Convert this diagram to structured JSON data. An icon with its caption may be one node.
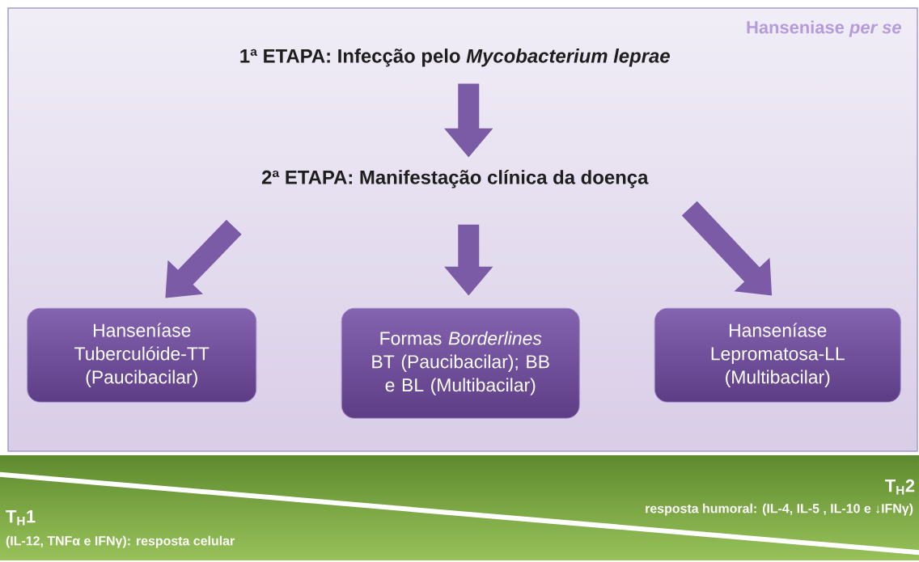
{
  "diagram": {
    "nodes": [
      {
        "text": [
          "Hanseniase *per se*"
        ]
      },
      {
        "text": [
          "1ª ETAPA:  Infecção pelo *Mycobacterium leprae*"
        ],
        "in": 0
      },
      {
        "text": [
          "2ª ETAPA: Manifestação clínica da doença"
        ],
        "in": 0
      },
      {
        "text": [
          "Hanseníase Tuberculóide-TT (Paucibacilar)"
        ],
        "in": 0
      },
      {
        "text": [
          "Formas *Borderlines* BT (Paucibacilar); BB e BL (Multibacilar)"
        ],
        "in": 0
      },
      {
        "text": [
          "Hanseníase Lepromatosa-LL (Multibacilar)"
        ],
        "in": 0
      },
      {
        "text": [
          "T$_{H}$2",
          "T$_{H}$1",
          "resposta humoral: (IL-4, IL-5 , IL-10 e ↓IFNγ)",
          "(IL-12, TNFα e IFNγ): resposta celular"
        ]
      }
    ],
    "edges": [
      {
        "from": 1,
        "to": 2,
        "arrow": "to"
      },
      {
        "from": 2,
        "to": 3,
        "arrow": "to"
      },
      {
        "from": 2,
        "to": 4,
        "arrow": "to"
      },
      {
        "from": 2,
        "to": 5,
        "arrow": "to"
      }
    ]
  }
}
